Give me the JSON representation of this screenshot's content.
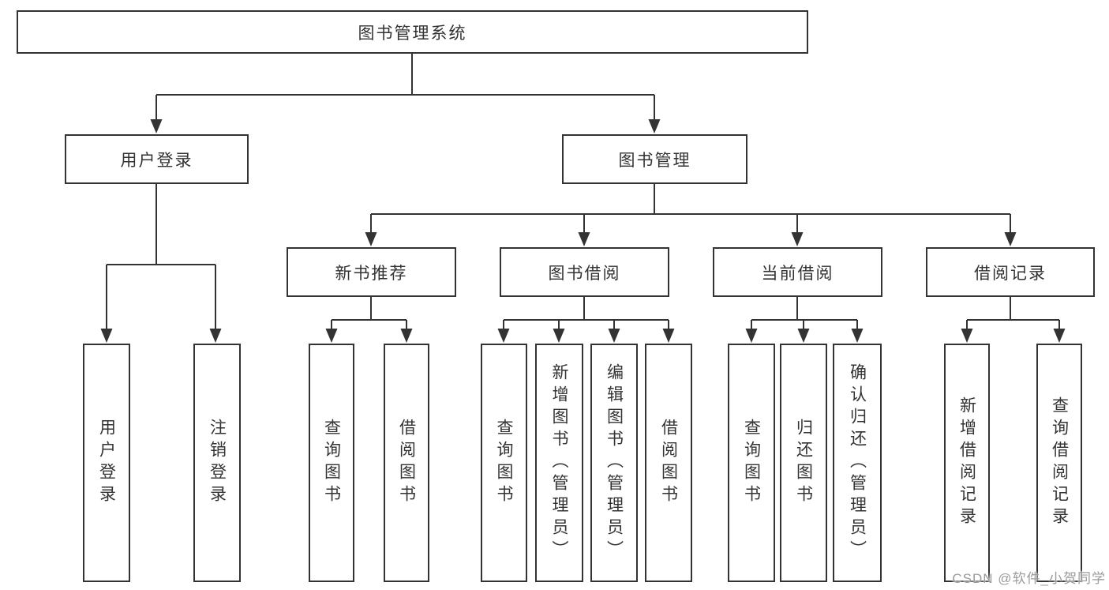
{
  "diagram": {
    "root": {
      "label": "图书管理系统"
    },
    "level2": [
      {
        "label": "用户登录"
      },
      {
        "label": "图书管理"
      }
    ],
    "modules": [
      {
        "label": "新书推荐"
      },
      {
        "label": "图书借阅"
      },
      {
        "label": "当前借阅"
      },
      {
        "label": "借阅记录"
      }
    ],
    "leaves": [
      {
        "label": "用户登录"
      },
      {
        "label": "注销登录"
      },
      {
        "label": "查询图书"
      },
      {
        "label": "借阅图书"
      },
      {
        "label": "查询图书"
      },
      {
        "label": "新增图书（管理员）"
      },
      {
        "label": "编辑图书（管理员）"
      },
      {
        "label": "借阅图书"
      },
      {
        "label": "查询图书"
      },
      {
        "label": "归还图书"
      },
      {
        "label": "确认归还（管理员）"
      },
      {
        "label": "新增借阅记录"
      },
      {
        "label": "查询借阅记录"
      }
    ]
  },
  "watermark": {
    "text": "CSDN @软件_小贺同学"
  },
  "colors": {
    "line": "#333333",
    "text": "#333333",
    "box_fill": "#ffffff",
    "watermark": "#9b9b9b"
  }
}
